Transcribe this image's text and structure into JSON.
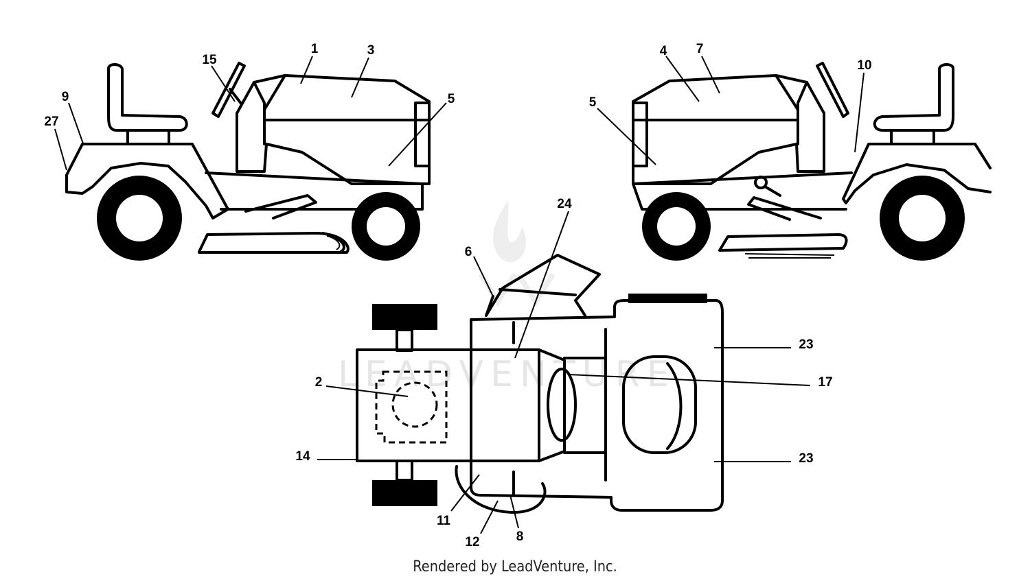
{
  "watermark": {
    "brand": "LEADVENTURE"
  },
  "credit": "Rendered by LeadVenture, Inc.",
  "callouts": {
    "c1": "1",
    "c2": "2",
    "c3": "3",
    "c4": "4",
    "c5a": "5",
    "c5b": "5",
    "c6": "6",
    "c7": "7",
    "c8": "8",
    "c9": "9",
    "c10": "10",
    "c11": "11",
    "c12": "12",
    "c14": "14",
    "c15": "15",
    "c17": "17",
    "c23a": "23",
    "c23b": "23",
    "c24": "24",
    "c27": "27"
  }
}
